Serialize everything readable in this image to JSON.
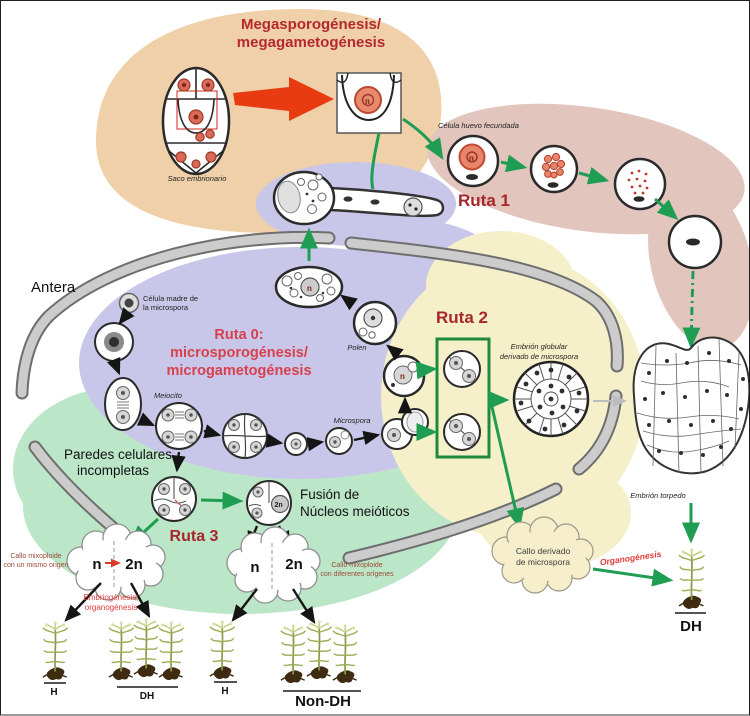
{
  "title": {
    "line1": "Megasporogénesis/",
    "line2": "megagametogénesis"
  },
  "glyphs": {
    "n": "n",
    "two_n": "2n"
  },
  "labels": {
    "antera": "Antera",
    "saco": "Saco embrionario",
    "celula_huevo": "Célula huevo fecundada",
    "ruta1": "Ruta 1",
    "celula_madre_1": "Célula madre de",
    "celula_madre_2": "la microspora",
    "ruta0_1": "Ruta 0:",
    "ruta0_2": "microsporogénesis/",
    "ruta0_3": "microgametogénesis",
    "meiocito": "Meiocito",
    "polen": "Polen",
    "microspora": "Microspora",
    "ruta2": "Ruta 2",
    "embrion_globular_1": "Embrión globular",
    "embrion_globular_2": "derivado de microspora",
    "paredes_1": "Paredes celulares",
    "paredes_2": "incompletas",
    "fusion_1": "Fusión de",
    "fusion_2": "Núcleos meióticos",
    "ruta3": "Ruta 3",
    "callo_mismo_1": "Callo mixoploide",
    "callo_mismo_2": "con un mismo origen",
    "embriogenesis_1": "Embriogénesis/",
    "embriogenesis_2": "organogénesis",
    "callo_dif_1": "Callo mixoploide",
    "callo_dif_2": "con diferentes orígenes",
    "callo_micro_1": "Callo derivado",
    "callo_micro_2": "de microspora",
    "organogenesis": "Organogénesis",
    "embrion_torpedo": "Embrión torpedo",
    "cloud_left_n": "n",
    "cloud_left_2n": "2n",
    "cloud_right_n": "n",
    "cloud_right_2n": "2n",
    "h1": "H",
    "dh1": "DH",
    "h2": "H",
    "nondh": "Non-DH",
    "dh_right": "DH"
  },
  "colors": {
    "peach_blob": "#f0d0a8",
    "pink_blob": "#e2c6bd",
    "purple_blob": "#c9c7e9",
    "green_blob": "#bce6c8",
    "yellow_blob": "#f6f0ca",
    "cream_cloud": "#f6eecb",
    "ruta_header_red": "#a8262b",
    "ruta0_red": "#d8404d",
    "green_arrow": "#1f9d52",
    "big_red_arrow": "#e83b12",
    "gray_anther": "#cccccc"
  }
}
